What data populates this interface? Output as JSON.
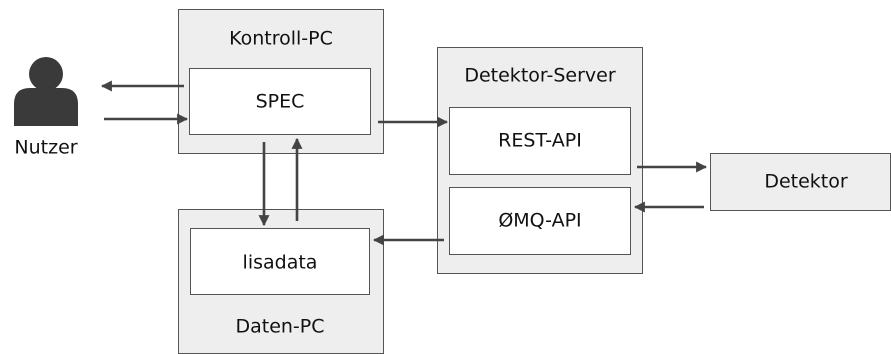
{
  "diagram": {
    "user": {
      "label": "Nutzer",
      "icon": "user-icon"
    },
    "kontroll_pc": {
      "title": "Kontroll-PC",
      "spec": "SPEC"
    },
    "daten_pc": {
      "title": "Daten-PC",
      "lisadata": "lisadata"
    },
    "detektor_server": {
      "title": "Detektor-Server",
      "rest_api": "REST-API",
      "zmq_api": "ØMQ-API"
    },
    "detektor": {
      "label": "Detektor"
    },
    "colors": {
      "box_fill": "#eeeeee",
      "inner_fill": "#ffffff",
      "border": "#555555",
      "arrow": "#444444",
      "icon": "#3a3a3a"
    }
  }
}
